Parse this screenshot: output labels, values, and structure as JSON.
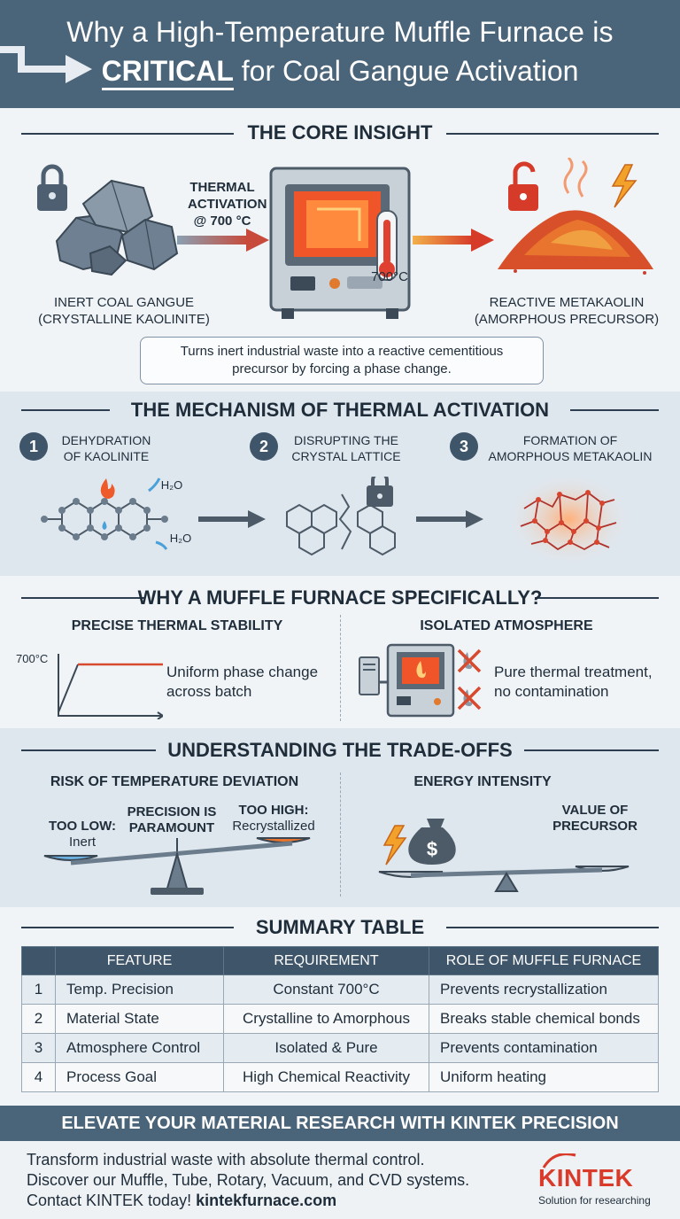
{
  "header": {
    "line1": "Why a High-Temperature Muffle Furnace is",
    "line2_emph": "CRITICAL",
    "line2_rest": " for Coal Gangue Activation"
  },
  "core": {
    "title": "THE CORE INSIGHT",
    "arrow_label_1": "THERMAL",
    "arrow_label_2": "ACTIVATION",
    "arrow_label_3": "@ 700 °C",
    "thermo_label": "700°C",
    "left_label_1": "INERT COAL GANGUE",
    "left_label_2": "(CRYSTALLINE KAOLINITE)",
    "right_label_1": "REACTIVE METAKAOLIN",
    "right_label_2": "(AMORPHOUS PRECURSOR)",
    "caption_1": "Turns inert industrial waste into a reactive cementitious",
    "caption_2": "precursor by forcing a phase change."
  },
  "mechanism": {
    "title": "THE MECHANISM OF THERMAL ACTIVATION",
    "steps": [
      {
        "num": "1",
        "line1": "DEHYDRATION",
        "line2": "OF KAOLINITE"
      },
      {
        "num": "2",
        "line1": "DISRUPTING THE",
        "line2": "CRYSTAL LATTICE"
      },
      {
        "num": "3",
        "line1": "FORMATION OF",
        "line2": "AMORPHOUS METAKAOLIN"
      }
    ],
    "h2o": "H₂O"
  },
  "why": {
    "title": "WHY A MUFFLE FURNACE SPECIFICALLY?",
    "left_heading": "PRECISE THERMAL STABILITY",
    "left_axis": "700°C",
    "left_text_1": "Uniform phase change",
    "left_text_2": "across batch",
    "right_heading": "ISOLATED ATMOSPHERE",
    "right_text_1": "Pure thermal treatment,",
    "right_text_2": "no contamination"
  },
  "tradeoffs": {
    "title": "UNDERSTANDING THE TRADE-OFFS",
    "left_heading": "RISK OF TEMPERATURE DEVIATION",
    "too_low_1": "TOO LOW:",
    "too_low_2": "Inert",
    "precision_1": "PRECISION IS",
    "precision_2": "PARAMOUNT",
    "too_high_1": "TOO HIGH:",
    "too_high_2": "Recrystallized",
    "right_heading": "ENERGY INTENSITY",
    "value_1": "VALUE OF",
    "value_2": "PRECURSOR"
  },
  "summary": {
    "title": "SUMMARY TABLE",
    "headers": [
      "",
      "FEATURE",
      "REQUIREMENT",
      "ROLE OF MUFFLE FURNACE"
    ],
    "rows": [
      [
        "1",
        "Temp. Precision",
        "Constant 700°C",
        "Prevents recrystallization"
      ],
      [
        "2",
        "Material State",
        "Crystalline to Amorphous",
        "Breaks stable chemical bonds"
      ],
      [
        "3",
        "Atmosphere Control",
        "Isolated & Pure",
        "Prevents contamination"
      ],
      [
        "4",
        "Process Goal",
        "High Chemical Reactivity",
        "Uniform heating"
      ]
    ]
  },
  "footer": {
    "cta": "ELEVATE YOUR MATERIAL RESEARCH WITH KINTEK PRECISION",
    "line1": "Transform industrial waste with absolute thermal control.",
    "line2": "Discover our Muffle, Tube, Rotary, Vacuum, and CVD systems.",
    "line3_pre": "Contact KINTEK today! ",
    "line3_link": "kintekfurnace.com",
    "logo_word": "KINTEK",
    "logo_tag": "Solution for researching"
  },
  "colors": {
    "header_bg": "#4a6479",
    "accent_red": "#d93a2a",
    "furnace_glow": "#f0552a"
  }
}
